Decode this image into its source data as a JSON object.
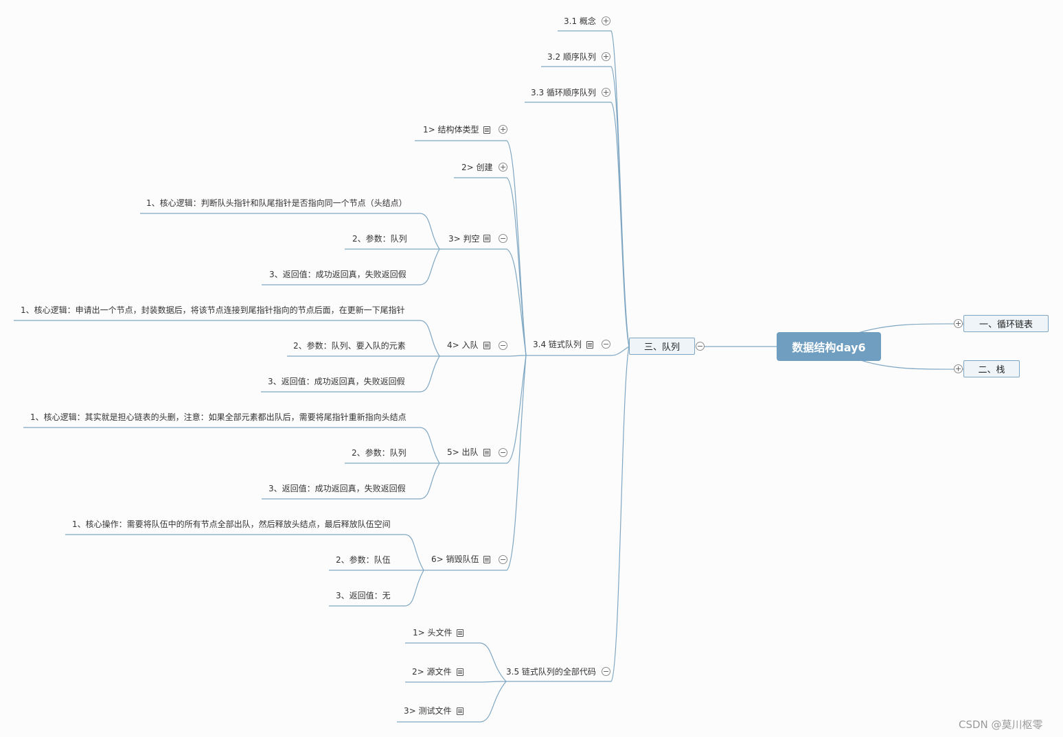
{
  "root": {
    "title": "数据结构day6"
  },
  "branches": {
    "b1": "一、循环链表",
    "b2": "二、栈",
    "b3": "三、队列"
  },
  "queue": {
    "s1": "3.1 概念",
    "s2": "3.2 顺序队列",
    "s3": "3.3 循环顺序队列",
    "s4": "3.4 链式队列",
    "s5": "3.5 链式队列的全部代码"
  },
  "linked": {
    "n1": "1> 结构体类型",
    "n2": "2> 创建",
    "n3": "3> 判空",
    "n4": "4> 入队",
    "n5": "5> 出队",
    "n6": "6> 销毁队伍"
  },
  "isEmpty": {
    "l1": "1、核心逻辑：判断队头指针和队尾指针是否指向同一个节点（头结点）",
    "l2": "2、参数：队列",
    "l3": "3、返回值：成功返回真，失败返回假"
  },
  "enqueue": {
    "l1": "1、核心逻辑：申请出一个节点，封装数据后，将该节点连接到尾指针指向的节点后面，在更新一下尾指针",
    "l2": "2、参数：队列、要入队的元素",
    "l3": "3、返回值：成功返回真，失败返回假"
  },
  "dequeue": {
    "l1": "1、核心逻辑：其实就是担心链表的头删，注意：如果全部元素都出队后，需要将尾指针重新指向头结点",
    "l2": "2、参数：队列",
    "l3": "3、返回值：成功返回真，失败返回假"
  },
  "destroy": {
    "l1": "1、核心操作：需要将队伍中的所有节点全部出队，然后释放头结点，最后释放队伍空间",
    "l2": "2、参数：队伍",
    "l3": "3、返回值：无"
  },
  "code": {
    "f1": "1> 头文件",
    "f2": "2> 源文件",
    "f3": "3> 测试文件"
  },
  "watermark": "CSDN @莫川枢零"
}
